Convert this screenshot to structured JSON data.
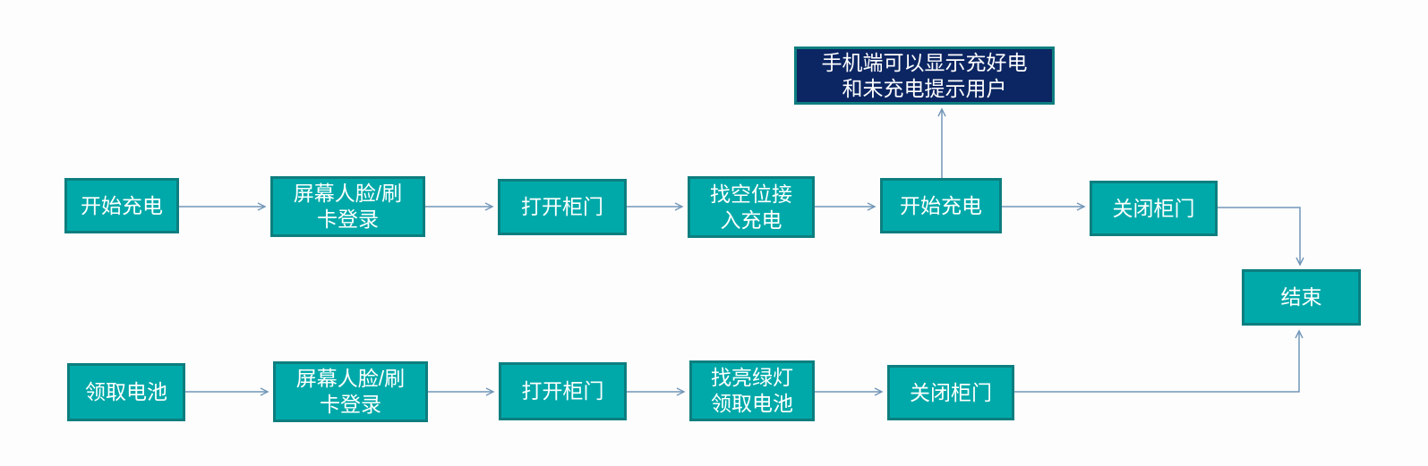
{
  "diagram": {
    "title": "battery charging and pickup cabinet flow",
    "colors": {
      "node_fill": "#00a9a9",
      "node_border": "#0d7e7f",
      "note_fill": "#0c2663",
      "text": "#ffffff",
      "connector": "#7296b8",
      "background": "#fdfdfd"
    },
    "note": {
      "label": "手机端可以显示充好电\n和未充电提示用户"
    },
    "top_flow": {
      "nodes": [
        {
          "label": "开始充电"
        },
        {
          "label": "屏幕人脸/刷\n卡登录"
        },
        {
          "label": "打开柜门"
        },
        {
          "label": "找空位接\n入充电"
        },
        {
          "label": "开始充电"
        },
        {
          "label": "关闭柜门"
        }
      ]
    },
    "bottom_flow": {
      "nodes": [
        {
          "label": "领取电池"
        },
        {
          "label": "屏幕人脸/刷\n卡登录"
        },
        {
          "label": "打开柜门"
        },
        {
          "label": "找亮绿灯\n领取电池"
        },
        {
          "label": "关闭柜门"
        }
      ]
    },
    "end_node": {
      "label": "结束"
    },
    "edges": [
      {
        "from": "开始充电(顶部起点)",
        "to": "屏幕人脸/刷卡登录(上)"
      },
      {
        "from": "屏幕人脸/刷卡登录(上)",
        "to": "打开柜门(上)"
      },
      {
        "from": "打开柜门(上)",
        "to": "找空位接入充电"
      },
      {
        "from": "找空位接入充电",
        "to": "开始充电(上第5步)"
      },
      {
        "from": "开始充电(上第5步)",
        "to": "手机端可以显示充好电和未充电提示用户"
      },
      {
        "from": "开始充电(上第5步)",
        "to": "关闭柜门(上)"
      },
      {
        "from": "关闭柜门(上)",
        "to": "结束"
      },
      {
        "from": "领取电池",
        "to": "屏幕人脸/刷卡登录(下)"
      },
      {
        "from": "屏幕人脸/刷卡登录(下)",
        "to": "打开柜门(下)"
      },
      {
        "from": "打开柜门(下)",
        "to": "找亮绿灯领取电池"
      },
      {
        "from": "找亮绿灯领取电池",
        "to": "关闭柜门(下)"
      },
      {
        "from": "关闭柜门(下)",
        "to": "结束"
      }
    ]
  }
}
